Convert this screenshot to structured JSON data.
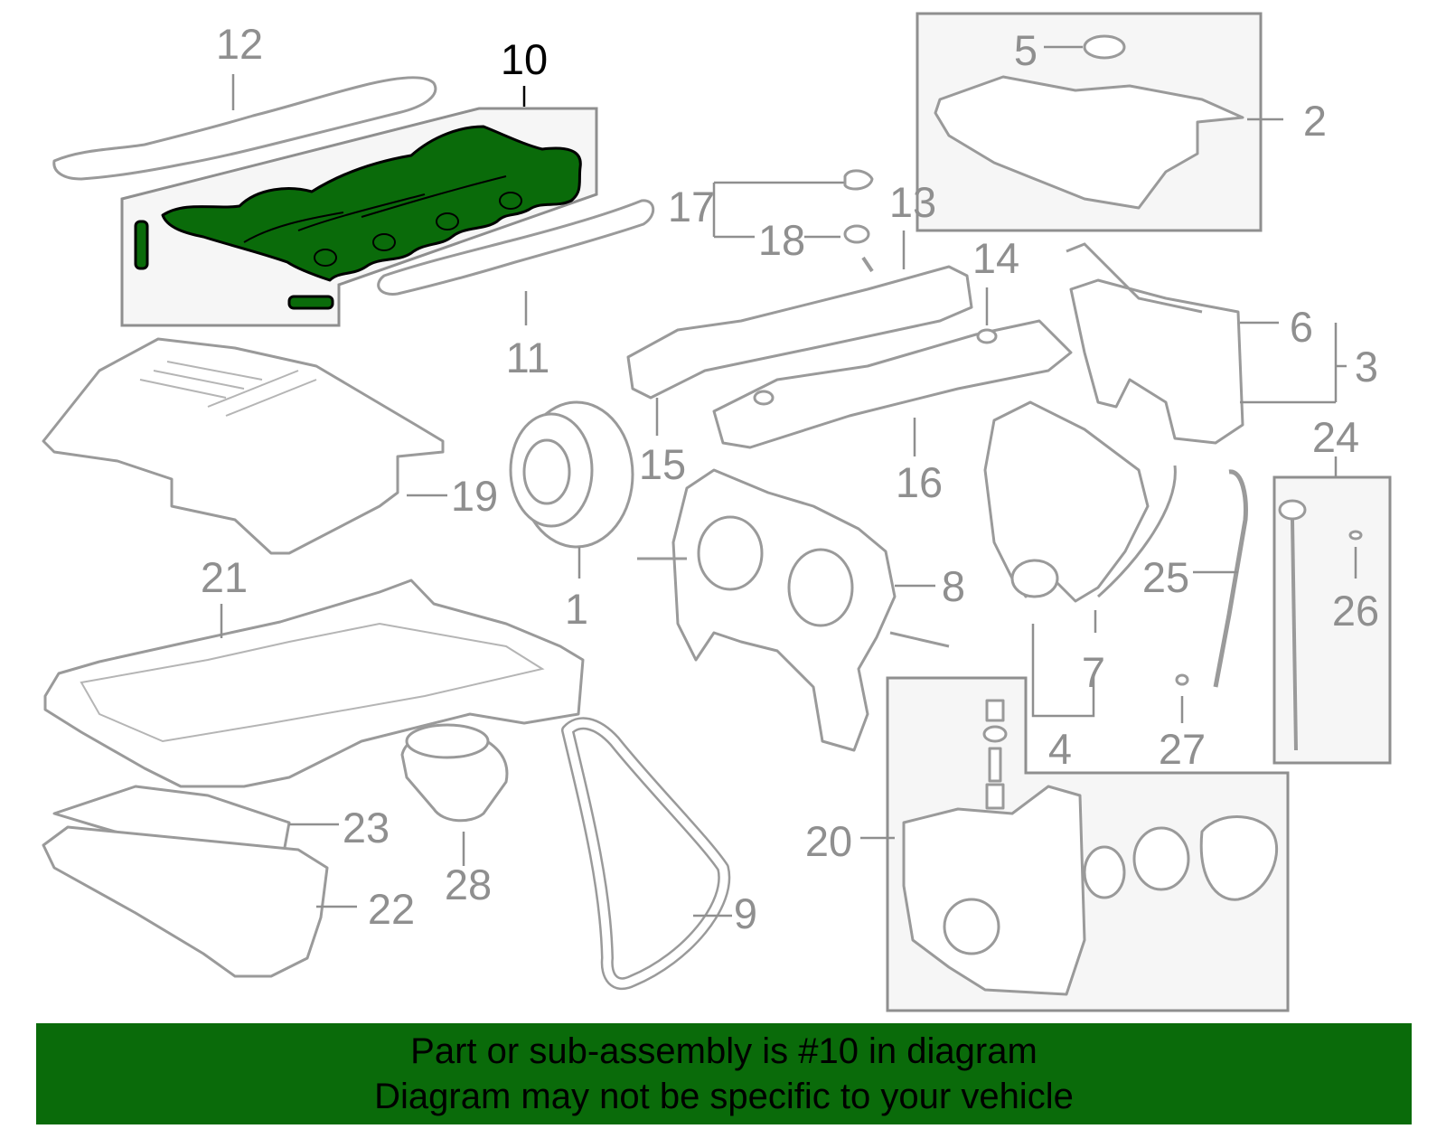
{
  "diagram": {
    "highlighted_part": "10",
    "callouts": [
      "1",
      "2",
      "3",
      "4",
      "5",
      "6",
      "7",
      "8",
      "9",
      "10",
      "11",
      "12",
      "13",
      "14",
      "15",
      "16",
      "17",
      "18",
      "19",
      "20",
      "21",
      "22",
      "23",
      "24",
      "25",
      "26",
      "27",
      "28"
    ],
    "highlight_color": "#0a6b0a",
    "line_color": "#9a9a9a"
  },
  "banner": {
    "line1": "Part or sub-assembly is #10 in diagram",
    "line2": "Diagram may not be specific to your vehicle",
    "background": "#0a6b0a"
  }
}
